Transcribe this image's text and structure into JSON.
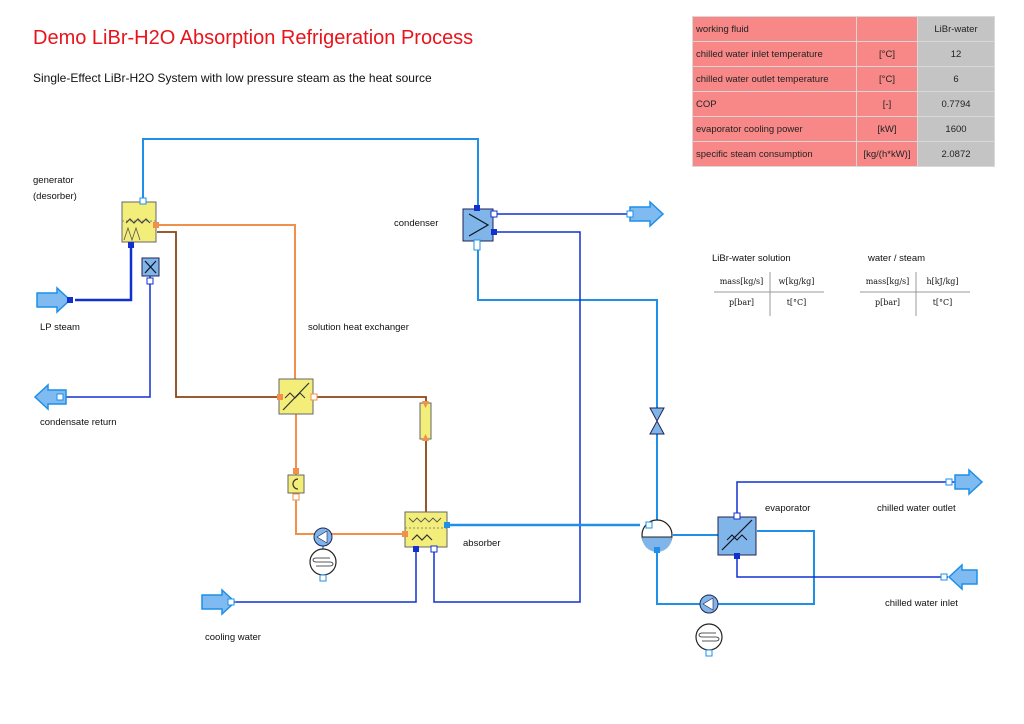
{
  "header": {
    "title": "Demo LiBr-H2O Absorption Refrigeration Process",
    "subtitle": "Single-Effect LiBr-H2O System with low pressure steam as the heat source"
  },
  "results": [
    {
      "name": "working fluid",
      "unit": "",
      "value": "LiBr-water"
    },
    {
      "name": "chilled water inlet temperature",
      "unit": "[°C]",
      "value": "12"
    },
    {
      "name": "chilled water outlet temperature",
      "unit": "[°C]",
      "value": "6"
    },
    {
      "name": "COP",
      "unit": "[-]",
      "value": "0.7794"
    },
    {
      "name": "evaporator cooling power",
      "unit": "[kW]",
      "value": "1600"
    },
    {
      "name": "specific steam consumption",
      "unit": "[kg/(h*kW)]",
      "value": "2.0872"
    }
  ],
  "legends": {
    "solution": {
      "title": "LiBr-water solution",
      "tl": "mass[kg/s]",
      "tr": "w[kg/kg]",
      "bl": "p[bar]",
      "br": "t[°C]"
    },
    "water": {
      "title": "water / steam",
      "tl": "mass[kg/s]",
      "tr": "h[kJ/kg]",
      "bl": "p[bar]",
      "br": "t[°C]"
    }
  },
  "labels": {
    "generator": "generator",
    "desorber": "(desorber)",
    "lp_steam": "LP steam",
    "condensate_return": "condensate return",
    "solution_hx": "solution heat exchanger",
    "condenser": "condenser",
    "absorber": "absorber",
    "evaporator": "evaporator",
    "cooling_water": "cooling water",
    "chilled_water_outlet": "chilled water outlet",
    "chilled_water_inlet": "chilled water inlet"
  },
  "colors": {
    "title": "#e8141c",
    "water_line": "#1f8fe8",
    "cooling_line": "#1030d0",
    "solution_line_light": "#f0904a",
    "solution_line_dark": "#8b4513",
    "component_yellow": "#f3ee7a",
    "component_blue": "#7fb5e8",
    "result_name_bg": "#f88888",
    "result_value_bg": "#c4c4c4"
  }
}
